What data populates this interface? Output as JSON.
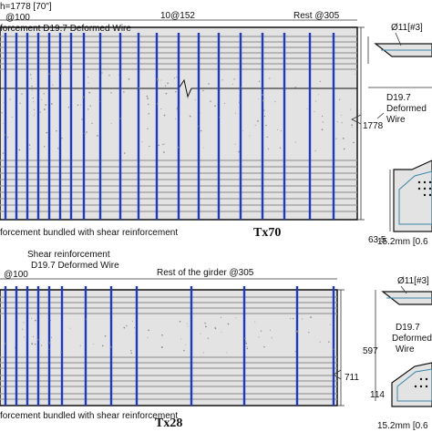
{
  "colors": {
    "concrete": "#e3e3e3",
    "concrete_speck": "#8a8a8a",
    "stirrup": "#1f3bbd",
    "strand": "#9a9a9a",
    "outline": "#111111",
    "dim": "#333333",
    "section_outline": "#3a86a8"
  },
  "tx70": {
    "top_spacing_a": "h=1778 [70\"]",
    "top_spacing_b": "10@152",
    "top_spacing_c": "Rest @305",
    "end_spacing": "@100",
    "shear_label": "forcement D19.7 Deformed Wire",
    "bundle_note": "forcement bundled with shear reinforcement",
    "title": "Tx70",
    "height_dim": "1778",
    "bottom_dim": "63.5",
    "section_wire_top": "Ø11[#3]",
    "section_wire_side": [
      "D19.7",
      "Deformed",
      "Wire"
    ],
    "strand_label": "15.2mm [0.6"
  },
  "tx28": {
    "end_spacing": "@100",
    "shear_label_1": "Shear reinforcement",
    "shear_label_2": "D19.7 Deformed Wire",
    "rest_spacing": "Rest of the girder @305",
    "bundle_note": "forcement bundled with shear reinforcement",
    "title": "Tx28",
    "height_dim": "711",
    "section_wire_top": "Ø11[#3]",
    "section_top_dim": "597",
    "section_bottom_dim": "114",
    "section_wire_side": [
      "D19.7",
      "Deformed",
      "Wire"
    ],
    "strand_label": "15.2mm [0.6"
  }
}
